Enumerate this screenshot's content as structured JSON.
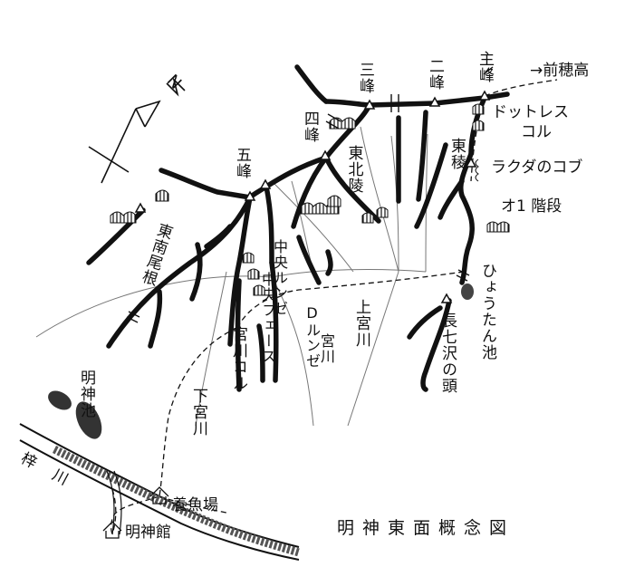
{
  "title": "明神東面概念図",
  "colors": {
    "ink": "#111111",
    "paper": "#ffffff"
  },
  "compass": {
    "letter": "N"
  },
  "labels": {
    "main_peak": "主峰",
    "second_peak": "二峰",
    "third_peak": "三峰",
    "fourth_peak": "四峰",
    "fifth_peak": "五峰",
    "to_maehotaka": "→前穂高",
    "dottoresu_col": "ドットレス",
    "col": "コル",
    "east_ridge": "東稜",
    "rakuda_bump": "ラクダのコブ",
    "first_step": "オ1 階段",
    "east_north_ridge": "東北陵",
    "east_south_ridge": "東南尾根",
    "central_gully": "中央ルンゼ",
    "central_face": "中央フェース",
    "d_gully": "Dルンゼ",
    "kamimiyagawa": "上宮川",
    "miyagawa": "宮川",
    "miyagawa_col": "宮川コル",
    "shimomiyagawa": "下宮川",
    "hyoutan_pond": "ひょうたん池",
    "choushichi_head": "長七沢の頭",
    "myojin_pond": "明神池",
    "azusa_river": "梓川",
    "yogyojo": "養魚場",
    "myojinkan": "明神館"
  }
}
